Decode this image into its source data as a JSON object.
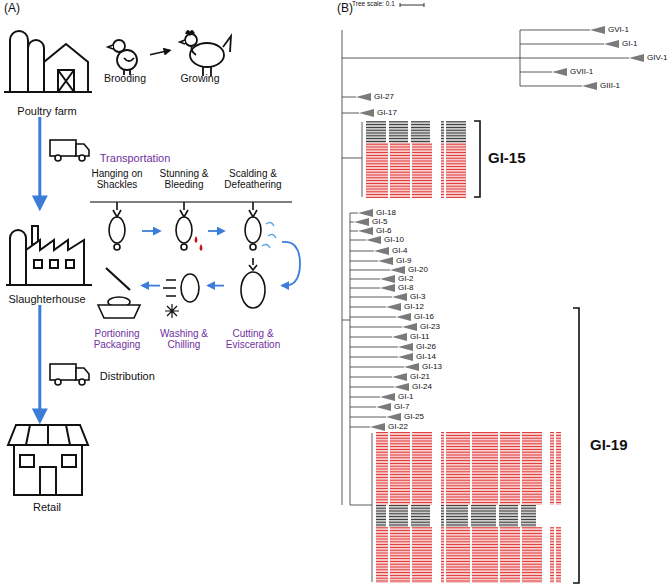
{
  "diagram": {
    "nodes": [
      {
        "text": [
          "Poultry farm"
        ]
      },
      {
        "text": [
          "Brooding"
        ]
      },
      {
        "text": [
          "Growing"
        ]
      },
      {
        "text": [
          "Slaughterhouse"
        ]
      },
      {
        "text": [
          "Hanging on Shackles"
        ]
      },
      {
        "text": [
          "Stunning & Bleeding"
        ]
      },
      {
        "text": [
          "Scalding & Defeathering"
        ]
      },
      {
        "text": [
          "Cutting & Evisceration"
        ]
      },
      {
        "text": [
          "Washing & Chilling"
        ]
      },
      {
        "text": [
          "Portioning Packaging"
        ]
      },
      {
        "text": [
          "Retail"
        ]
      }
    ],
    "edges": [
      {
        "from": 0,
        "to": 3,
        "arrow": "to",
        "label": "Transportation"
      },
      {
        "from": 1,
        "to": 2,
        "arrow": "to"
      },
      {
        "from": 3,
        "to": 10,
        "arrow": "to",
        "label": "Distribution"
      },
      {
        "from": 4,
        "to": 5,
        "arrow": "to"
      },
      {
        "from": 5,
        "to": 6,
        "arrow": "to"
      },
      {
        "from": 6,
        "to": 7,
        "arrow": "to"
      },
      {
        "from": 7,
        "to": 8,
        "arrow": "to"
      },
      {
        "from": 8,
        "to": 9,
        "arrow": "to"
      }
    ],
    "labels": [
      "(A)",
      "(B)",
      "Tree scale: 0.1",
      "GVI-1",
      "GI-1",
      "GIV-1",
      "GVII-1",
      "GIII-1",
      "GI-27",
      "GI-17",
      "GI-15",
      "GI-18",
      "GI-5",
      "GI-6",
      "GI-10",
      "GI-4",
      "GI-9",
      "GI-20",
      "GI-2",
      "GI-8",
      "GI-3",
      "GI-12",
      "GI-16",
      "GI-23",
      "GI-11",
      "GI-26",
      "GI-14",
      "GI-13",
      "GI-21",
      "GI-24",
      "GI-1",
      "GI-7",
      "GI-25",
      "GI-22",
      "GI-19"
    ]
  }
}
